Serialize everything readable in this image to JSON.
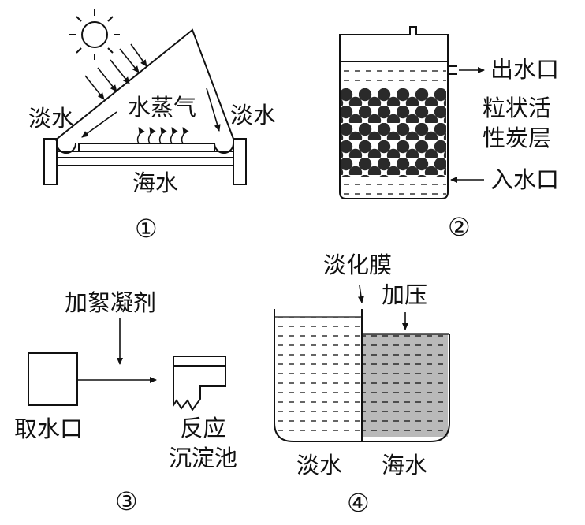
{
  "panel1": {
    "label_left": "淡水",
    "label_right": "淡水",
    "label_vapor": "水蒸气",
    "label_sea": "海水",
    "number": "①"
  },
  "panel2": {
    "label_outlet": "出水口",
    "label_layer_line1": "粒状活",
    "label_layer_line2": "性炭层",
    "label_inlet": "入水口",
    "number": "②"
  },
  "panel3": {
    "label_coagulant": "加絮凝剂",
    "label_intake": "取水口",
    "label_tank_line1": "反应",
    "label_tank_line2": "沉淀池",
    "number": "③"
  },
  "panel4": {
    "label_membrane": "淡化膜",
    "label_pressure": "加压",
    "label_fresh": "淡水",
    "label_sea": "海水",
    "number": "④"
  },
  "colors": {
    "ink": "#111111",
    "carbon": "#2a2a2a",
    "seawater_fill": "#b9b9b9"
  }
}
